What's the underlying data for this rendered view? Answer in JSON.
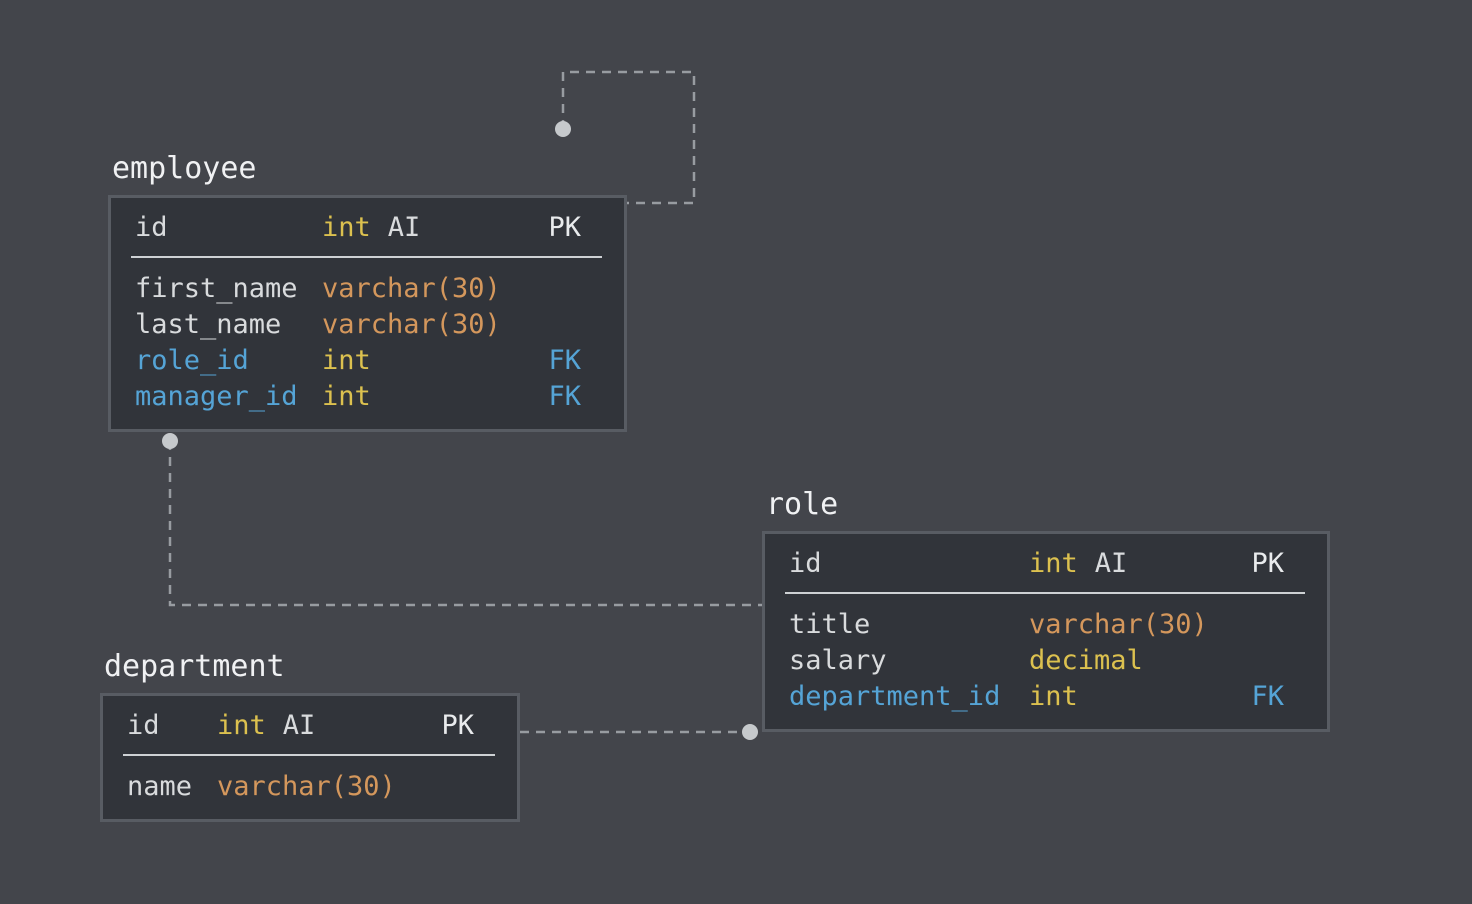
{
  "palette": {
    "canvas_bg": "#43454b",
    "table_bg": "#31343a",
    "table_border": "#585c63",
    "title_text": "#f0f1f3",
    "field_text": "#d9dbdd",
    "fk_text": "#55a4d6",
    "numeric_type_text": "#dcc14f",
    "string_type_text": "#d4975c",
    "divider": "#ced1d4",
    "relationship_line": "#989ca1",
    "endpoint_dot": "#c6c9cc"
  },
  "diagram": {
    "tables": [
      {
        "name": "employee",
        "fields": [
          {
            "name": "id",
            "type": "int",
            "extra": "AI",
            "key": "PK"
          },
          {
            "name": "first_name",
            "type": "varchar(30)",
            "extra": "",
            "key": ""
          },
          {
            "name": "last_name",
            "type": "varchar(30)",
            "extra": "",
            "key": ""
          },
          {
            "name": "role_id",
            "type": "int",
            "extra": "",
            "key": "FK"
          },
          {
            "name": "manager_id",
            "type": "int",
            "extra": "",
            "key": "FK"
          }
        ]
      },
      {
        "name": "role",
        "fields": [
          {
            "name": "id",
            "type": "int",
            "extra": "AI",
            "key": "PK"
          },
          {
            "name": "title",
            "type": "varchar(30)",
            "extra": "",
            "key": ""
          },
          {
            "name": "salary",
            "type": "decimal",
            "extra": "",
            "key": ""
          },
          {
            "name": "department_id",
            "type": "int",
            "extra": "",
            "key": "FK"
          }
        ]
      },
      {
        "name": "department",
        "fields": [
          {
            "name": "id",
            "type": "int",
            "extra": "AI",
            "key": "PK"
          },
          {
            "name": "name",
            "type": "varchar(30)",
            "extra": "",
            "key": ""
          }
        ]
      }
    ],
    "relationships": [
      {
        "name": "employee ↔ employee (self)",
        "style": "dashed"
      },
      {
        "name": "employee ↔ role",
        "style": "dashed"
      },
      {
        "name": "department ↔ role",
        "style": "dashed"
      }
    ]
  }
}
